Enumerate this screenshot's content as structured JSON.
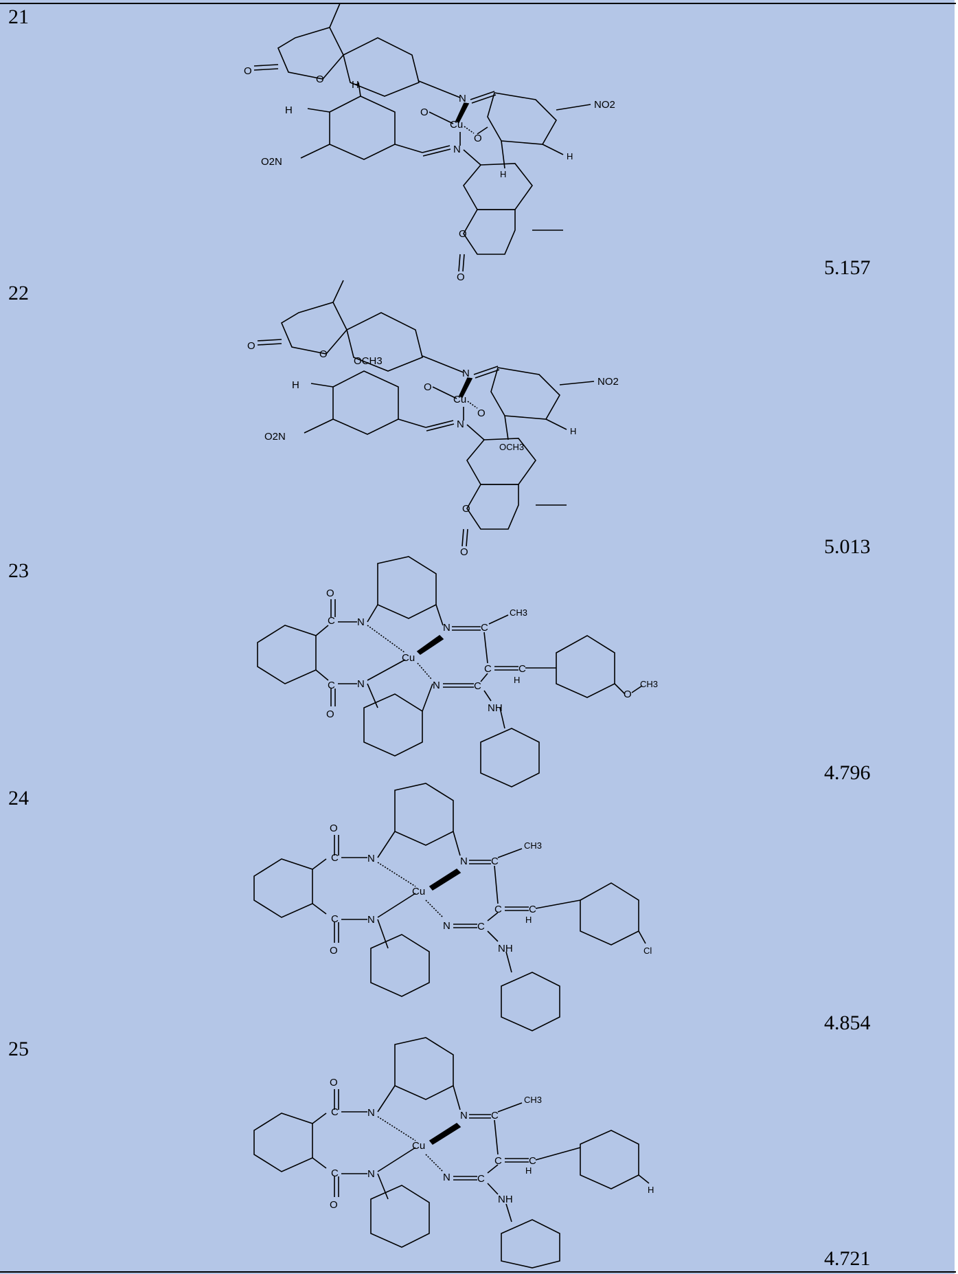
{
  "rows": [
    {
      "number": "21",
      "value": "5.157",
      "structure_labels": {
        "o_carbonyl_top": "O",
        "o_ring_top": "O",
        "n_upper": "N",
        "o_right": "O",
        "cu": "Cu",
        "o_left": "O",
        "n_lower": "N",
        "no2_right": "NO2",
        "o2n_left": "O2N",
        "h_top": "H",
        "h_left": "H",
        "h_bottom_right": "H",
        "h_right": "H",
        "o_ring_bottom": "O",
        "o_carbonyl_bottom": "O"
      }
    },
    {
      "number": "22",
      "value": "5.013",
      "structure_labels": {
        "o_carbonyl_top": "O",
        "o_ring_top": "O",
        "och3_top": "OCH3",
        "n_upper": "N",
        "o_right": "O",
        "cu": "Cu",
        "o_left": "O",
        "n_lower": "N",
        "no2_right": "NO2",
        "o2n_left": "O2N",
        "h_left": "H",
        "h_right": "H",
        "och3_bottom": "OCH3",
        "o_ring_bottom": "O",
        "o_carbonyl_bottom": "O"
      }
    },
    {
      "number": "23",
      "value": "4.796",
      "structure_labels": {
        "o_top": "O",
        "c_top": "C",
        "n_top_left": "N",
        "n_top_right": "N",
        "c_imine_top": "C",
        "ch3": "CH3",
        "cu": "Cu",
        "c_bottom": "C",
        "o_bottom": "O",
        "n_bottom_left": "N",
        "n_bottom_right": "N",
        "c_imine_bottom": "C",
        "c_vinyl": "C",
        "c_vinyl_h": "C",
        "h_vinyl": "H",
        "nh": "NH",
        "o_methoxy": "O",
        "ch3_methoxy": "CH3"
      }
    },
    {
      "number": "24",
      "value": "4.854",
      "structure_labels": {
        "o_top": "O",
        "c_top": "C",
        "n_top_left": "N",
        "n_top_right": "N",
        "c_imine_top": "C",
        "ch3": "CH3",
        "cu": "Cu",
        "c_bottom": "C",
        "o_bottom": "O",
        "n_bottom_left": "N",
        "n_bottom_right": "N",
        "c_imine_bottom": "C",
        "c_vinyl": "C",
        "c_vinyl_h": "C",
        "h_vinyl": "H",
        "nh": "NH",
        "cl": "Cl"
      }
    },
    {
      "number": "25",
      "value": "4.721",
      "structure_labels": {
        "o_top": "O",
        "c_top": "C",
        "n_top_left": "N",
        "n_top_right": "N",
        "c_imine_top": "C",
        "ch3": "CH3",
        "cu": "Cu",
        "c_bottom": "C",
        "o_bottom": "O",
        "n_bottom_left": "N",
        "n_bottom_right": "N",
        "c_imine_bottom": "C",
        "c_vinyl": "C",
        "c_vinyl_h": "C",
        "h_vinyl": "H",
        "nh": "NH",
        "h_aryl": "H"
      }
    }
  ],
  "colors": {
    "panel_background": "#b4c6e7",
    "rule": "#000000",
    "text": "#000000"
  }
}
